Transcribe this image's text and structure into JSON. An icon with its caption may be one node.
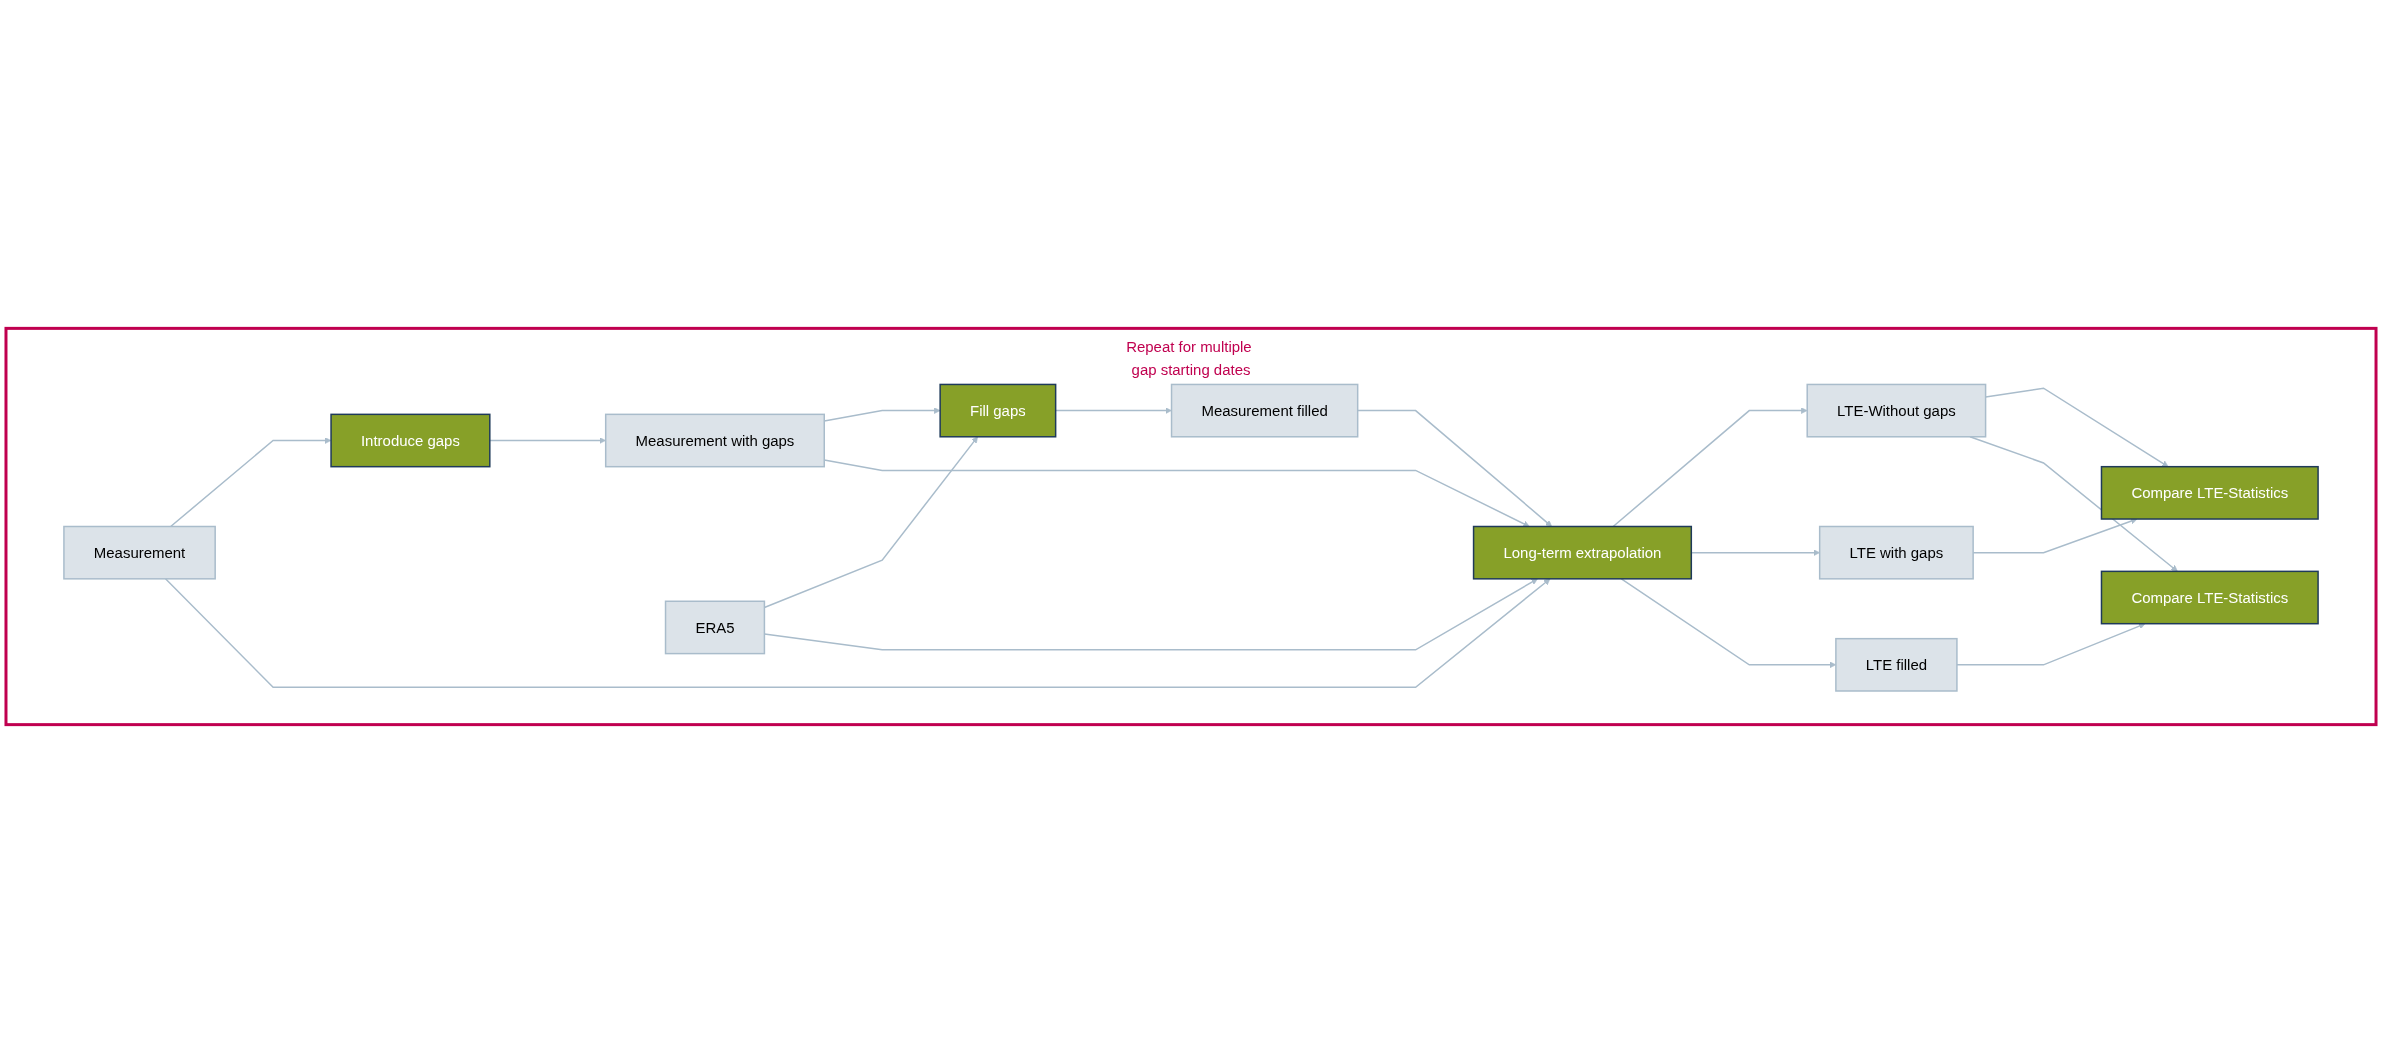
{
  "diagram": {
    "nodes": [
      {
        "text": [
          "Repeat for multiple gap starting dates"
        ]
      },
      {
        "text": [
          "Measurement"
        ],
        "in": 0
      },
      {
        "text": [
          "Introduce gaps"
        ],
        "in": 0
      },
      {
        "text": [
          "Measurement with gaps"
        ],
        "in": 0
      },
      {
        "text": [
          "Fill gaps"
        ],
        "in": 0
      },
      {
        "text": [
          "Measurement filled"
        ],
        "in": 0
      },
      {
        "text": [
          "ERA5"
        ],
        "in": 0
      },
      {
        "text": [
          "Long-term extrapolation"
        ],
        "in": 0
      },
      {
        "text": [
          "LTE-Without gaps"
        ],
        "in": 0
      },
      {
        "text": [
          "LTE with gaps"
        ],
        "in": 0
      },
      {
        "text": [
          "LTE filled"
        ],
        "in": 0
      },
      {
        "text": [
          "Compare LTE-Statistics"
        ],
        "in": 0
      },
      {
        "text": [
          "Compare LTE-Statistics"
        ],
        "in": 0
      }
    ],
    "edges": [
      {
        "from": 1,
        "to": 2,
        "arrow": "to"
      },
      {
        "from": 2,
        "to": 3,
        "arrow": "to"
      },
      {
        "from": 3,
        "to": 4,
        "arrow": "to"
      },
      {
        "from": 4,
        "to": 5,
        "arrow": "to"
      },
      {
        "from": 6,
        "to": 4,
        "arrow": "to"
      },
      {
        "from": 6,
        "to": 7,
        "arrow": "to"
      },
      {
        "from": 1,
        "to": 7,
        "arrow": "to"
      },
      {
        "from": 3,
        "to": 7,
        "arrow": "to"
      },
      {
        "from": 5,
        "to": 7,
        "arrow": "to"
      },
      {
        "from": 7,
        "to": 8,
        "arrow": "to"
      },
      {
        "from": 7,
        "to": 9,
        "arrow": "to"
      },
      {
        "from": 7,
        "to": 10,
        "arrow": "to"
      },
      {
        "from": 8,
        "to": 11,
        "arrow": "to"
      },
      {
        "from": 9,
        "to": 11,
        "arrow": "to"
      },
      {
        "from": 8,
        "to": 12,
        "arrow": "to"
      },
      {
        "from": 10,
        "to": 12,
        "arrow": "to"
      }
    ]
  }
}
